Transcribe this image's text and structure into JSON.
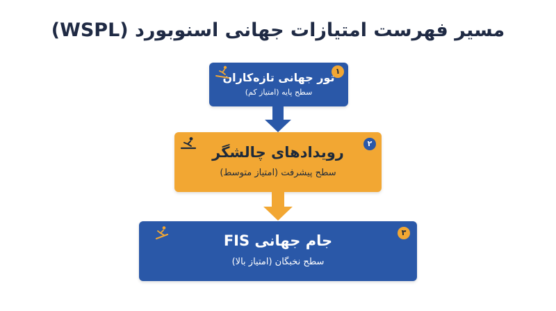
{
  "title": "مسیر فهرست امتیازات جهانی اسنوبورد (WSPL)",
  "levels": [
    {
      "badge": "۱",
      "name": "تور جهانی تازه‌کاران",
      "level": "سطح پایه (امتیاز کم)",
      "icon": "snowboarder-icon",
      "color": "#2a58a8"
    },
    {
      "badge": "۲",
      "name": "رویدادهای چالشگر",
      "level": "سطح پیشرفت (امتیاز متوسط)",
      "icon": "snowboarder-icon",
      "color": "#f2a733"
    },
    {
      "badge": "۳",
      "name": "جام جهانی FIS",
      "level": "سطح نخبگان (امتیاز بالا)",
      "icon": "snowboarder-icon",
      "color": "#2a58a8"
    }
  ],
  "arrows": [
    {
      "icon": "arrow-down-icon",
      "color": "#2a58a8"
    },
    {
      "icon": "arrow-down-icon",
      "color": "#f2a733"
    }
  ]
}
